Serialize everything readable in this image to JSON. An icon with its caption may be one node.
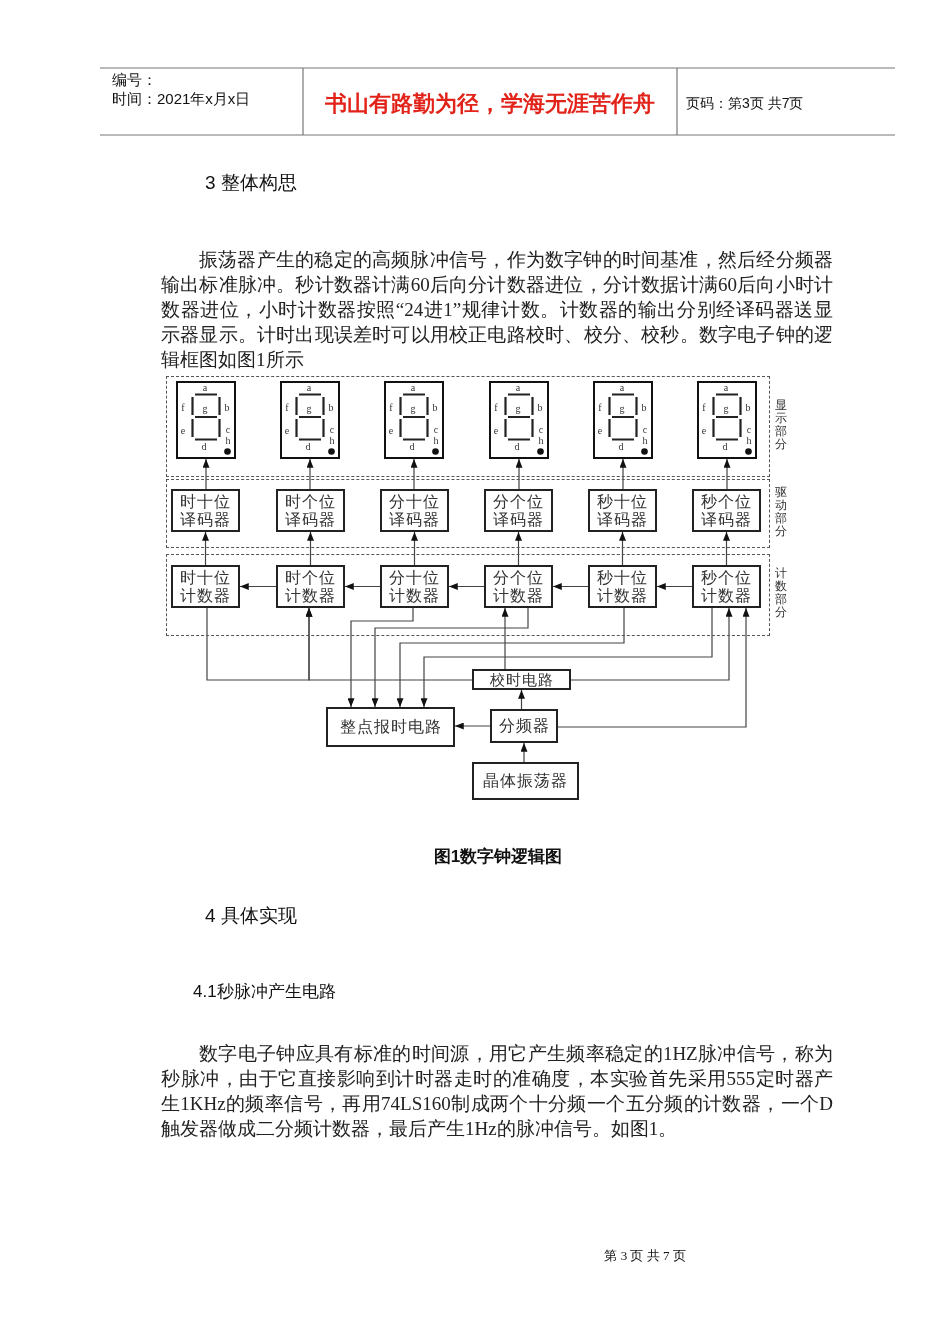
{
  "diagram": {
    "caption": "图1数字钟逻辑图",
    "nodes": [
      {
        "text": [
          "显示部分"
        ]
      },
      {
        "text": [
          "a",
          "f",
          "g",
          "b",
          "e",
          "c",
          "h",
          "d"
        ],
        "in": 0
      },
      {
        "text": [
          "a",
          "f",
          "g",
          "b",
          "e",
          "c",
          "h",
          "d"
        ],
        "in": 0
      },
      {
        "text": [
          "a",
          "f",
          "g",
          "b",
          "e",
          "c",
          "h",
          "d"
        ],
        "in": 0
      },
      {
        "text": [
          "a",
          "f",
          "g",
          "b",
          "e",
          "c",
          "h",
          "d"
        ],
        "in": 0
      },
      {
        "text": [
          "a",
          "f",
          "g",
          "b",
          "e",
          "c",
          "h",
          "d"
        ],
        "in": 0
      },
      {
        "text": [
          "a",
          "f",
          "g",
          "b",
          "e",
          "c",
          "h",
          "d"
        ],
        "in": 0
      },
      {
        "text": [
          "驱动部分"
        ]
      },
      {
        "text": [
          "时十位译码器"
        ],
        "in": 7
      },
      {
        "text": [
          "时个位译码器"
        ],
        "in": 7
      },
      {
        "text": [
          "分十位译码器"
        ],
        "in": 7
      },
      {
        "text": [
          "分个位译码器"
        ],
        "in": 7
      },
      {
        "text": [
          "秒十位译码器"
        ],
        "in": 7
      },
      {
        "text": [
          "秒个位译码器"
        ],
        "in": 7
      },
      {
        "text": [
          "计数部分"
        ]
      },
      {
        "text": [
          "时十位计数器"
        ],
        "in": 14
      },
      {
        "text": [
          "时个位计数器"
        ],
        "in": 14
      },
      {
        "text": [
          "分十位计数器"
        ],
        "in": 14
      },
      {
        "text": [
          "分个位计数器"
        ],
        "in": 14
      },
      {
        "text": [
          "秒十位计数器"
        ],
        "in": 14
      },
      {
        "text": [
          "秒个位计数器"
        ],
        "in": 14
      },
      {
        "text": [
          "校时电路"
        ]
      },
      {
        "text": [
          "整点报时电路"
        ]
      },
      {
        "text": [
          "分频器"
        ]
      },
      {
        "text": [
          "晶体振荡器"
        ]
      }
    ],
    "edges": [
      {
        "from": 8,
        "to": 1,
        "arrow": "to"
      },
      {
        "from": 9,
        "to": 2,
        "arrow": "to"
      },
      {
        "from": 10,
        "to": 3,
        "arrow": "to"
      },
      {
        "from": 11,
        "to": 4,
        "arrow": "to"
      },
      {
        "from": 12,
        "to": 5,
        "arrow": "to"
      },
      {
        "from": 13,
        "to": 6,
        "arrow": "to"
      },
      {
        "from": 15,
        "to": 8,
        "arrow": "to"
      },
      {
        "from": 16,
        "to": 9,
        "arrow": "to"
      },
      {
        "from": 17,
        "to": 10,
        "arrow": "to"
      },
      {
        "from": 18,
        "to": 11,
        "arrow": "to"
      },
      {
        "from": 19,
        "to": 12,
        "arrow": "to"
      },
      {
        "from": 20,
        "to": 13,
        "arrow": "to"
      },
      {
        "from": 20,
        "to": 19,
        "arrow": "to"
      },
      {
        "from": 19,
        "to": 18,
        "arrow": "to"
      },
      {
        "from": 18,
        "to": 17,
        "arrow": "to"
      },
      {
        "from": 17,
        "to": 16,
        "arrow": "to"
      },
      {
        "from": 16,
        "to": 15,
        "arrow": "to"
      },
      {
        "from": 15,
        "to": 16,
        "arrow": "to"
      },
      {
        "from": 21,
        "to": 16,
        "arrow": "to"
      },
      {
        "from": 21,
        "to": 18,
        "arrow": "to"
      },
      {
        "from": 21,
        "to": 20,
        "arrow": "to"
      },
      {
        "from": 17,
        "to": 22,
        "arrow": "to"
      },
      {
        "from": 18,
        "to": 22,
        "arrow": "to"
      },
      {
        "from": 19,
        "to": 22,
        "arrow": "to"
      },
      {
        "from": 20,
        "to": 22,
        "arrow": "to"
      },
      {
        "from": 23,
        "to": 22,
        "arrow": "to"
      },
      {
        "from": 23,
        "to": 21,
        "arrow": "to"
      },
      {
        "from": 23,
        "to": 20,
        "arrow": "to"
      },
      {
        "from": 24,
        "to": 23,
        "arrow": "to"
      }
    ],
    "labels": [
      "编号：",
      "时间：2021年x月x日",
      "书山有路勤为径，学海无涯苦作舟",
      "页码：第3页 共7页",
      "3 整体构思",
      "振荡器产生的稳定的高频脉冲信号，作为数字钟的时间基准，然后经分频器输出标准脉冲。秒计数器计满60后向分计数器进位，分计数据计满60后向小时计数器进位，小时计数器按照“24进1”规律计数。计数器的输出分别经译码器送显示器显示。计时出现误差时可以用校正电路校时、校分、校秒。数字电子钟的逻辑框图如图1所示",
      "4 具体实现",
      "4.1秒脉冲产生电路",
      "数字电子钟应具有标准的时间源，用它产生频率稳定的1HZ脉冲信号，称为秒脉冲，由于它直接影响到计时器走时的准确度，本实验首先采用555定时器产生1KHz的频率信号，再用74LS160制成两个十分频一个五分频的计数器，一个D触发器做成二分频计数器，最后产生1Hz的脉冲信号。如图1。",
      "第 3 页 共 7 页"
    ]
  }
}
